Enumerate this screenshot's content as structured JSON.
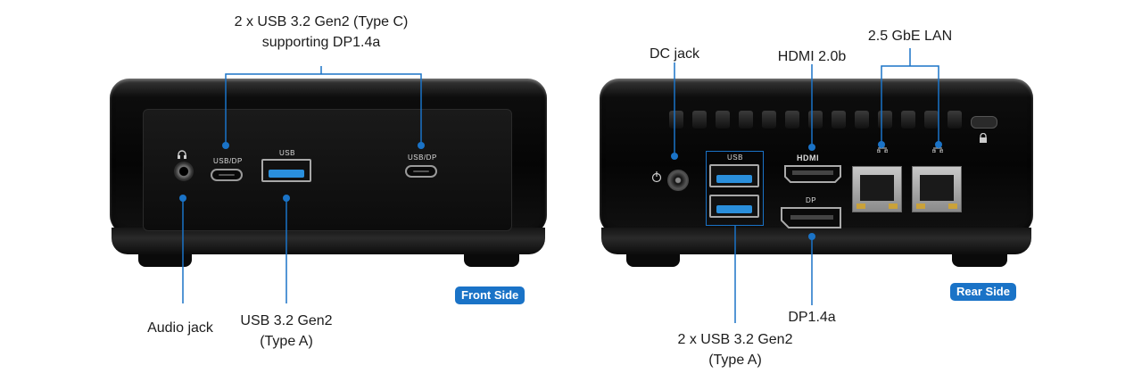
{
  "front": {
    "badge": "Front Side",
    "callouts": {
      "usbc": [
        "2 x USB 3.2 Gen2 (Type C)",
        "supporting DP1.4a"
      ],
      "audio": "Audio jack",
      "usba": [
        "USB 3.2 Gen2",
        "(Type A)"
      ]
    },
    "port_labels": {
      "usbdp_left": "USB/DP",
      "usb": "USB",
      "usbdp_right": "USB/DP"
    }
  },
  "rear": {
    "badge": "Rear Side",
    "callouts": {
      "dc": "DC jack",
      "hdmi": "HDMI 2.0b",
      "lan": "2.5 GbE LAN",
      "dp": "DP1.4a",
      "usba": [
        "2 x USB 3.2 Gen2",
        "(Type A)"
      ]
    },
    "port_labels": {
      "usb": "USB",
      "hdmi": "HDMI",
      "dp": "DP"
    }
  },
  "colors": {
    "accent": "#1a73c7",
    "usb_blue": "#2a8fdc"
  }
}
